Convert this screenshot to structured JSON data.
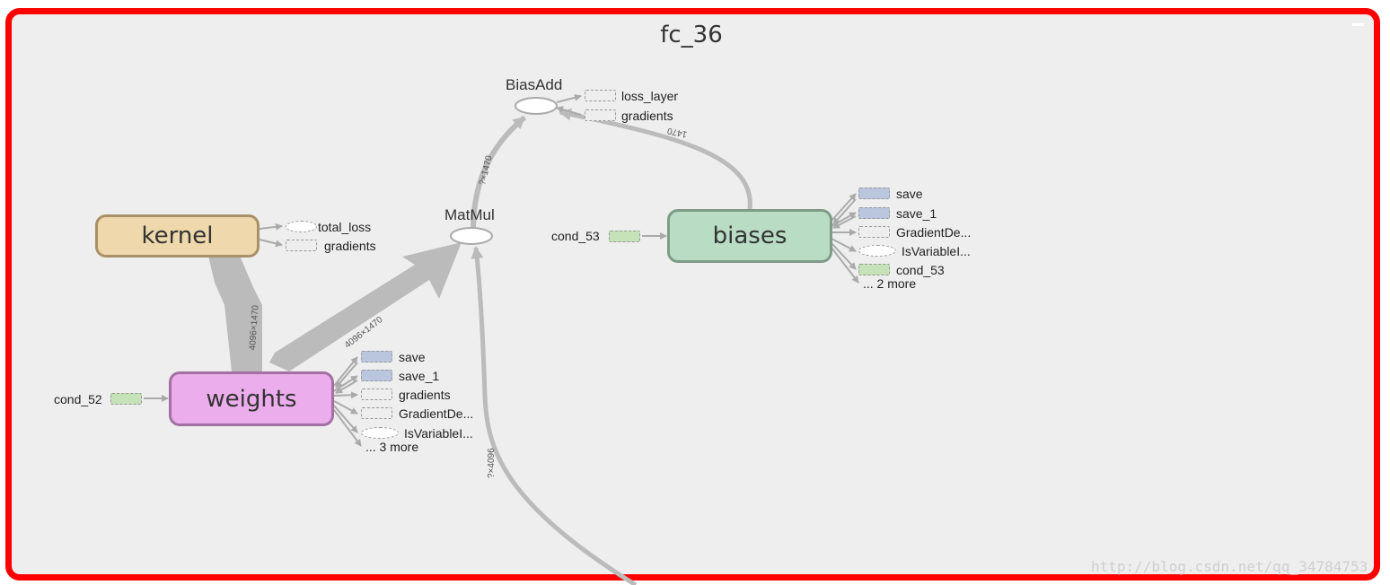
{
  "scope": {
    "title": "fc_36"
  },
  "nodes": {
    "kernel": "kernel",
    "weights": "weights",
    "biases": "biases",
    "matmul": "MatMul",
    "biasadd": "BiasAdd"
  },
  "colors": {
    "kernel": "#efd8ac",
    "weights": "#ebadeb",
    "biases": "#b9dcc5",
    "frame": "#ff0000"
  },
  "kernel_outputs": [
    "total_loss",
    "gradients"
  ],
  "biasadd_outputs": [
    "loss_layer",
    "gradients"
  ],
  "weights_inputs": [
    "cond_52"
  ],
  "weights_outputs": [
    "save",
    "save_1",
    "gradients",
    "GradientDe...",
    "IsVariableI..."
  ],
  "weights_more": "... 3 more",
  "biases_inputs": [
    "cond_53"
  ],
  "biases_outputs": [
    "save",
    "save_1",
    "GradientDe...",
    "IsVariableI...",
    "cond_53"
  ],
  "biases_more": "... 2 more",
  "edge_labels": {
    "weights_kernel": "4096×1470",
    "weights_matmul": "4096×1470",
    "matmul_biasadd": "?×1470",
    "biases_biasadd": "1470",
    "input_matmul": "?×4096"
  },
  "watermark": "http://blog.csdn.net/qq_34784753"
}
